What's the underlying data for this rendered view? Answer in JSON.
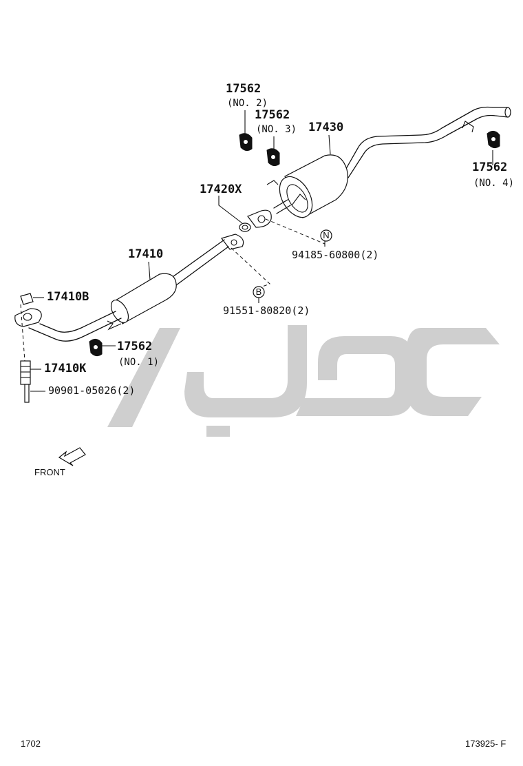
{
  "parts": {
    "p17562_no2": {
      "number": "17562",
      "sub": "(NO. 2)"
    },
    "p17562_no3": {
      "number": "17562",
      "sub": "(NO. 3)"
    },
    "p17430": {
      "number": "17430"
    },
    "p17562_no4": {
      "number": "17562",
      "sub": "(NO. 4)"
    },
    "p17420x": {
      "number": "17420X"
    },
    "bolt_n": {
      "marker": "N",
      "number": "94185-60800(2)"
    },
    "p17410": {
      "number": "17410"
    },
    "bolt_b": {
      "marker": "B",
      "number": "91551-80820(2)"
    },
    "p17410b": {
      "number": "17410B"
    },
    "p17562_no1": {
      "number": "17562",
      "sub": "(NO. 1)"
    },
    "p17410k": {
      "number": "17410K"
    },
    "p90901": {
      "number": "90901-05026(2)"
    }
  },
  "front_label": "FRONT",
  "footer": {
    "left_code": "1702",
    "right_code": "173925- F"
  },
  "colors": {
    "line": "#111111",
    "watermark": "#cfcfcf",
    "background": "#ffffff"
  }
}
